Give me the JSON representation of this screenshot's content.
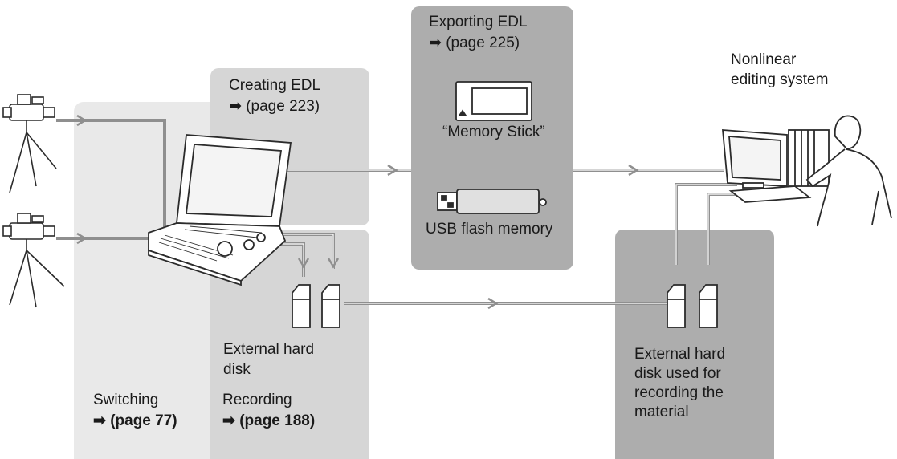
{
  "colors": {
    "panel_light": "#e9e9e9",
    "panel_mid": "#d6d6d6",
    "panel_dark": "#adadad",
    "connector": "#8f8f8f",
    "device_outline": "#2b2b2b",
    "device_fill": "#ffffff"
  },
  "labels": {
    "creating_edl": "Creating EDL",
    "creating_edl_ref": "➡ (page 223)",
    "exporting_edl": "Exporting EDL",
    "exporting_edl_ref": "➡ (page 225)",
    "memory_stick": "“Memory Stick”",
    "usb_flash": "USB flash memory",
    "nonlinear": "Nonlinear\nediting system",
    "external_hd": "External hard\ndisk",
    "external_hd_used": "External hard\ndisk used for\nrecording the\nmaterial",
    "switching": "Switching",
    "switching_ref": "➡ (page 77)",
    "recording": "Recording",
    "recording_ref": "➡ (page 188)"
  },
  "icons": {
    "camera": "camcorder-on-tripod-icon",
    "switcher": "laptop-switcher-icon",
    "memory_stick": "memory-stick-icon",
    "usb": "usb-flash-drive-icon",
    "hdd": "external-hard-disk-icon",
    "computer": "computer-workstation-icon",
    "person": "operator-person-icon",
    "arrow": "flow-arrow-icon"
  }
}
